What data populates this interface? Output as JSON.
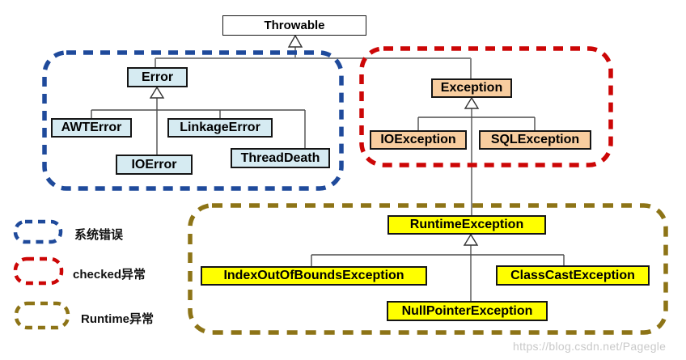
{
  "diagram": {
    "nodes": {
      "throwable": "Throwable",
      "error": "Error",
      "awt_error": "AWTError",
      "linkage_error": "LinkageError",
      "io_error": "IOError",
      "thread_death": "ThreadDeath",
      "exception": "Exception",
      "io_exception": "IOException",
      "sql_exception": "SQLException",
      "runtime_exception": "RuntimeException",
      "index_out_of_bounds_exception": "IndexOutOfBoundsException",
      "class_cast_exception": "ClassCastException",
      "null_pointer_exception": "NullPointerException"
    },
    "legend": [
      {
        "label": "系统错误",
        "color": "#1f4a9b"
      },
      {
        "label": "checked异常",
        "color": "#cc0606"
      },
      {
        "label": "Runtime异常",
        "color": "#8d7417"
      }
    ],
    "colors": {
      "system_error_group": "#1f4a9b",
      "checked_exception_group": "#cc0606",
      "runtime_exception_group": "#8d7417",
      "error_fill": "#d6ebf2",
      "exception_fill": "#f8cd9f",
      "runtime_fill": "#ffff00",
      "connector": "#808080"
    },
    "watermark": "https://blog.csdn.net/Pagegle"
  }
}
